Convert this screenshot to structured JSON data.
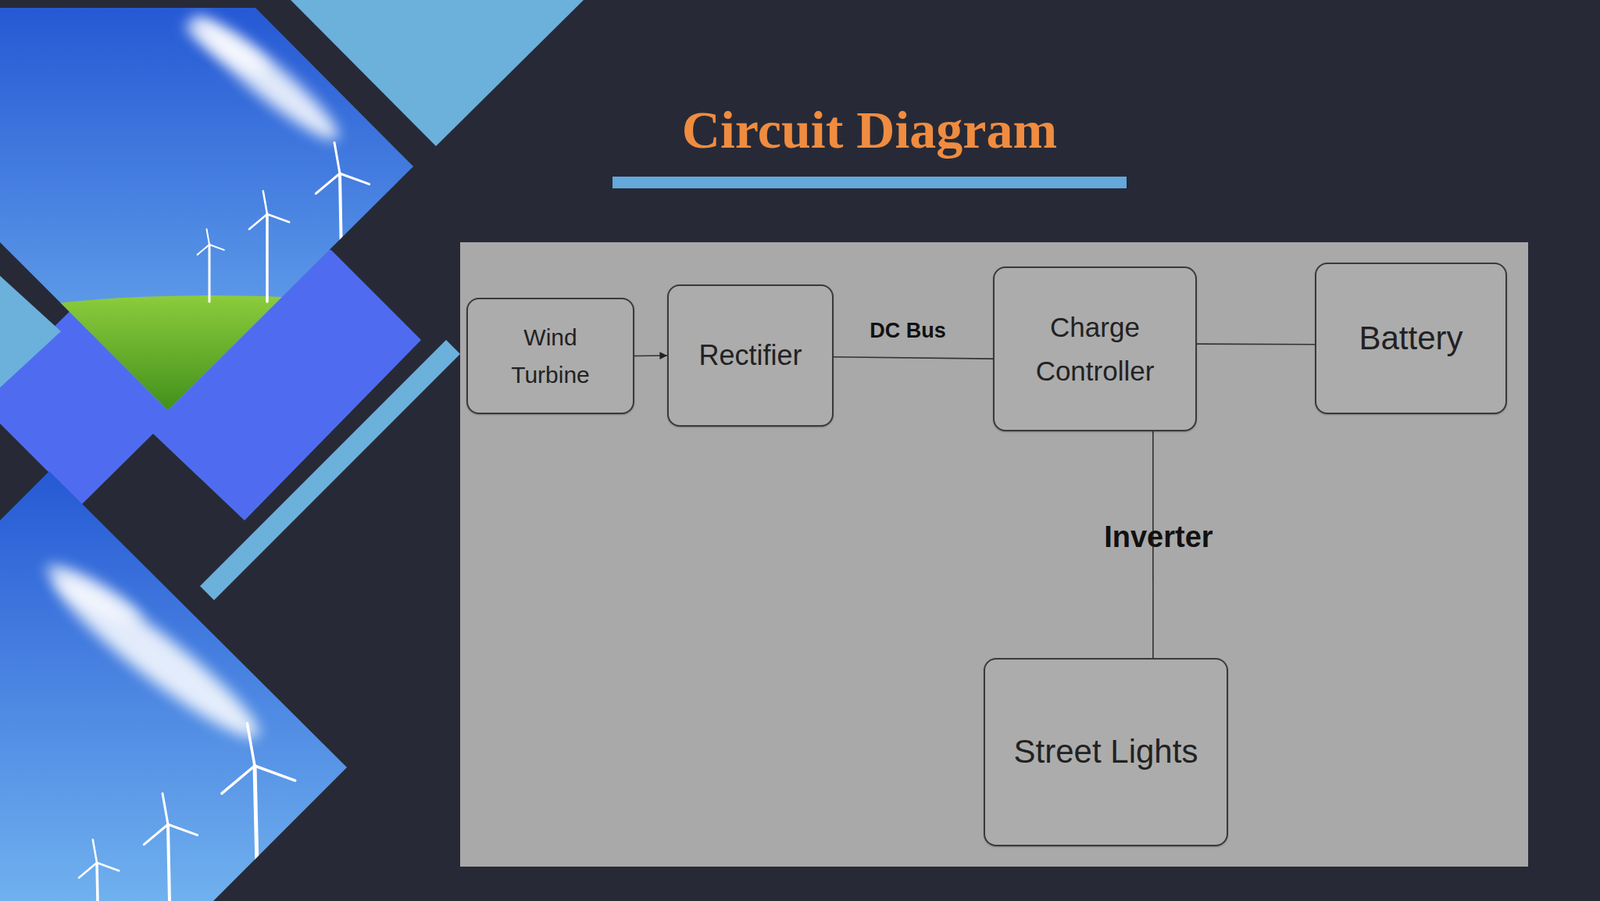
{
  "diagram": {
    "title": "Circuit Diagram",
    "nodes": [
      {
        "text": [
          "Wind Turbine"
        ]
      },
      {
        "text": [
          "Rectifier"
        ]
      },
      {
        "text": [
          "Charge Controller"
        ]
      },
      {
        "text": [
          "Battery"
        ]
      },
      {
        "text": [
          "Street Lights"
        ]
      }
    ],
    "edges": [
      {
        "from": 0,
        "to": 1,
        "arrow": "to"
      },
      {
        "from": 1,
        "to": 2,
        "label": "DC Bus",
        "arrow": "none"
      },
      {
        "from": 2,
        "to": 3,
        "arrow": "none"
      },
      {
        "from": 2,
        "to": 4,
        "label": "Inverter",
        "arrow": "none"
      }
    ]
  }
}
